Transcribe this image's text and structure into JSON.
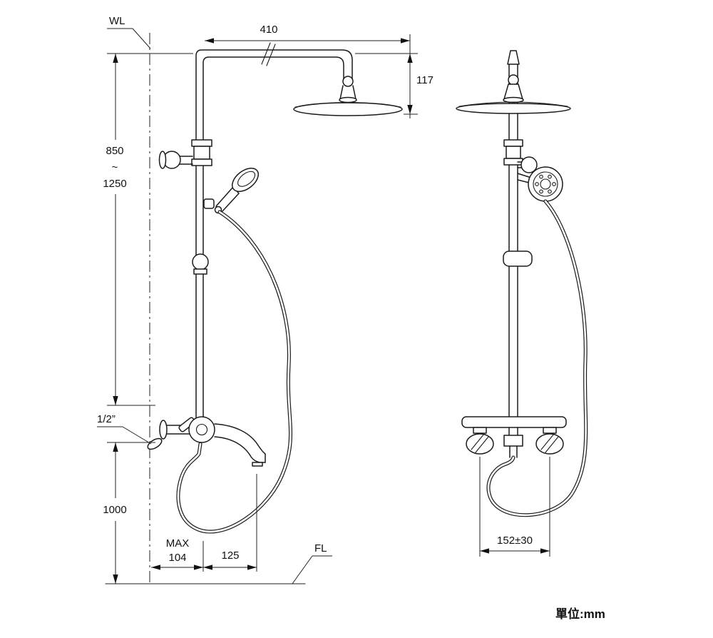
{
  "drawing": {
    "unit_label": "單位:mm",
    "front_view": {
      "water_line_label": "WL",
      "floor_line_label": "FL",
      "dim_top_width": "410",
      "dim_head_drop": "117",
      "dim_height_min": "850",
      "dim_height_tilde": "~",
      "dim_height_max": "1250",
      "dim_inlet_size": "1/2”",
      "dim_valve_height": "1000",
      "dim_wall_offset_prefix": "MAX",
      "dim_wall_offset": "104",
      "dim_spout_reach": "125"
    },
    "side_view": {
      "dim_inlet_centers": "152±30"
    }
  }
}
